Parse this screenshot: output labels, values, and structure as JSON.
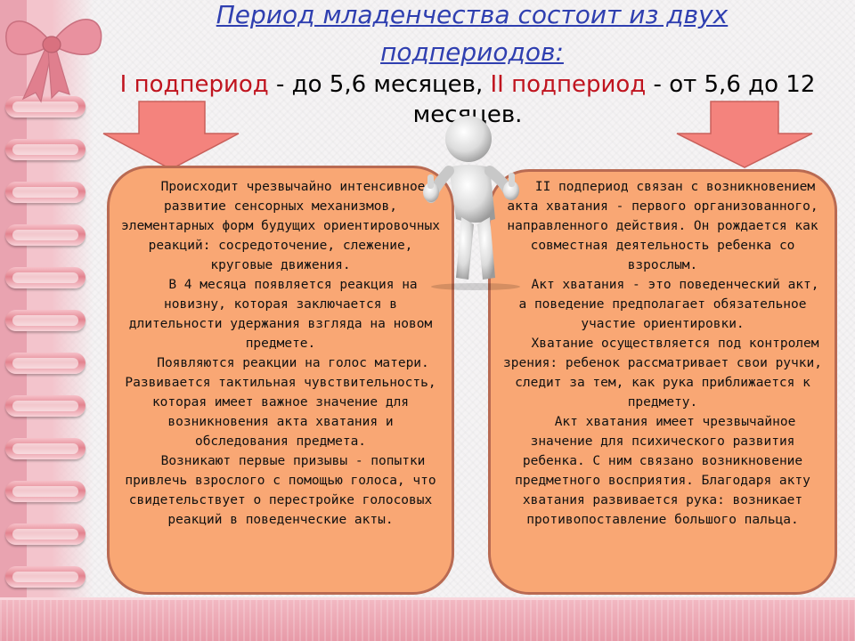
{
  "slide": {
    "title_line1": "Период младенчества состоит из двух ",
    "title_line2": "подпериодов: ",
    "subtitle": {
      "p1_label": "I подпериод",
      "p1_text": " - до 5,6 месяцев, ",
      "p2_label": "II подпериод",
      "p2_text": " - от 5,6 до 12 месяцев."
    },
    "left_box": {
      "paragraphs": [
        "Происходит чрезвычайно интенсивное развитие сенсорных механизмов, элементарных форм будущих ориентировочных реакций: сосредоточение, слежение, круговые движения.",
        "В 4 месяца появляется реакция на новизну, которая заключается в длительности удержания взгляда на новом предмете.",
        "Появляются реакции на голос матери. Развивается тактильная чувствительность, которая имеет важное значение для возникновения акта хватания и обследования предмета.",
        "Возникают первые призывы - попытки привлечь взрослого с помощью голоса, что свидетельствует о перестройке голосовых реакций в поведенческие акты."
      ]
    },
    "right_box": {
      "paragraphs": [
        "II подпериод связан с возникновением акта хватания - первого организованного, направленного действия. Он рождается как совместная деятельность ребенка со взрослым.",
        "Акт хватания - это поведенческий акт, а поведение предполагает обязательное участие ориентировки.",
        "Хватание осуществляется под контролем зрения: ребенок рассматривает свои ручки, следит за тем, как рука приближается к предмету.",
        "Акт хватания имеет чрезвычайное значение для психического развития ребенка. С ним связано возникновение предметного восприятия. Благодаря акту хватания развивается рука: возникает противопоставление большого пальца."
      ]
    },
    "colors": {
      "title": "#2f3fb0",
      "period_label": "#c0141f",
      "box_fill": "#f9a774",
      "box_border": "#b96a52",
      "arrow_fill": "#f4837d"
    },
    "icons": [
      "ribbon-bow-icon",
      "notebook-ring-icon",
      "thumbs-up-figure-icon",
      "down-arrow-icon"
    ]
  }
}
